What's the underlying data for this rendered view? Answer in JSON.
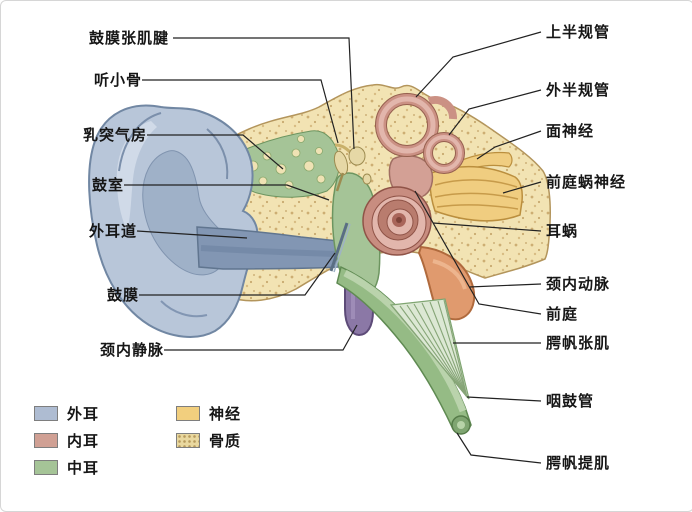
{
  "labels_left": [
    "鼓膜张肌腱",
    "听小骨",
    "乳突气房",
    "鼓室",
    "外耳道",
    "鼓膜",
    "颈内静脉"
  ],
  "labels_right": [
    "上半规管",
    "外半规管",
    "面神经",
    "前庭蜗神经",
    "耳蜗",
    "颈内动脉",
    "前庭",
    "腭帆张肌",
    "咽鼓管",
    "腭帆提肌"
  ],
  "legend": {
    "items": [
      {
        "label": "外耳",
        "color": "#aebcd2"
      },
      {
        "label": "内耳",
        "color": "#d0a094"
      },
      {
        "label": "中耳",
        "color": "#a5c497"
      },
      {
        "label": "神经",
        "color": "#f2cf7e"
      },
      {
        "label": "骨质",
        "color": "#e9d89f",
        "texture": "speckled"
      }
    ]
  },
  "colors": {
    "bone": "#f2e3b3",
    "outer_ear": "#b8c6d9",
    "middle_ear": "#a5c497",
    "inner_ear": "#cb9184",
    "nerve": "#f0cd80",
    "jugular_vein": "#8b78a6",
    "carotid_artery": "#e09a6e",
    "leader_line": "#222222"
  }
}
